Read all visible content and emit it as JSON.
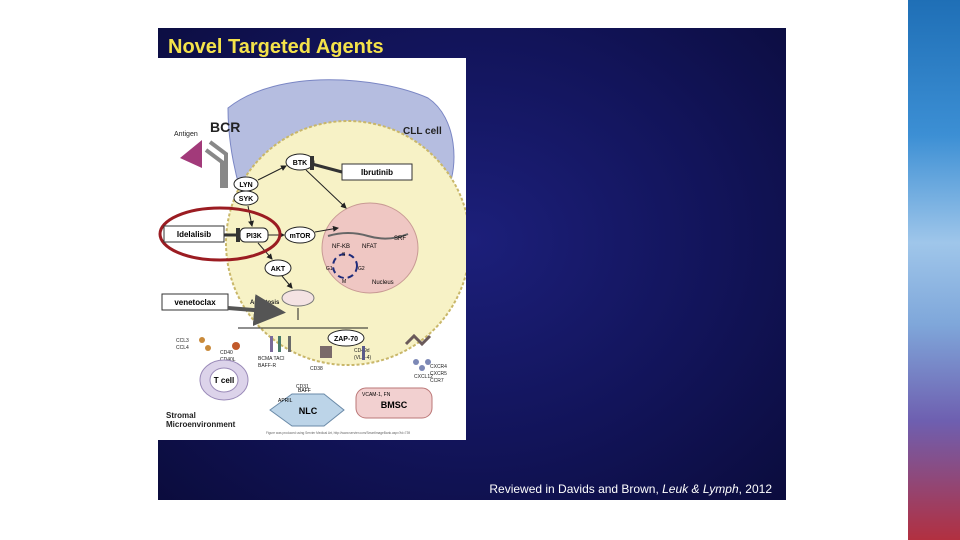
{
  "slide": {
    "title": "Novel Targeted Agents",
    "citation": {
      "prefix": "Reviewed in Davids and Brown, ",
      "journal": "Leuk & Lymph",
      "suffix": ", 2012"
    }
  },
  "diagram": {
    "title": "BCR",
    "cell_label": "CLL cell",
    "antigen": "Antigen",
    "nodes": {
      "lyn": "LYN",
      "syk": "SYK",
      "btk": "BTK",
      "pi3k": "PI3K",
      "mtor": "mTOR",
      "akt": "AKT",
      "apoptosis": "Apoptosis",
      "zap70": "ZAP-70"
    },
    "drugs": {
      "ibrutinib": "Ibrutinib",
      "idelalisib": "Idelalisib",
      "venetoclax": "venetoclax"
    },
    "nucleus": {
      "label": "Nucleus",
      "nfkb": "NF-KB",
      "nfat": "NFAT",
      "srf": "SRF",
      "s": "S",
      "g1": "G1",
      "g2": "G2",
      "m": "M"
    },
    "receptors": {
      "ccl": "CCL3\nCCL4",
      "cd40": "CD40\nCD40L",
      "bcma": "BCMA TACI\nBAFF-R",
      "cd38": "CD38",
      "cd31": "CD31",
      "cd49d": "CD49d\n(VLA-4)",
      "cxcr": "CXCR4\nCXCR5\nCCR7",
      "cxcl12": "CXCL12",
      "april": "APRIL",
      "baff": "BAFF",
      "vcam": "VCAM-1, FN"
    },
    "cells": {
      "tcell": "T cell",
      "nlc": "NLC",
      "bmsc": "BMSC",
      "stromal": "Stromal\nMicroenvironment"
    },
    "footnote": "Figure was produced using Servier Medical Art, http://www.servier.com/SmartImageBank.aspx?id=739"
  },
  "colors": {
    "title": "#f4e24a",
    "highlight_ring": "#9b1c22",
    "cell_fill": "#f7f2c6",
    "nucleus_fill": "#efc7c3",
    "bmsc_fill": "#f2d0d0"
  }
}
